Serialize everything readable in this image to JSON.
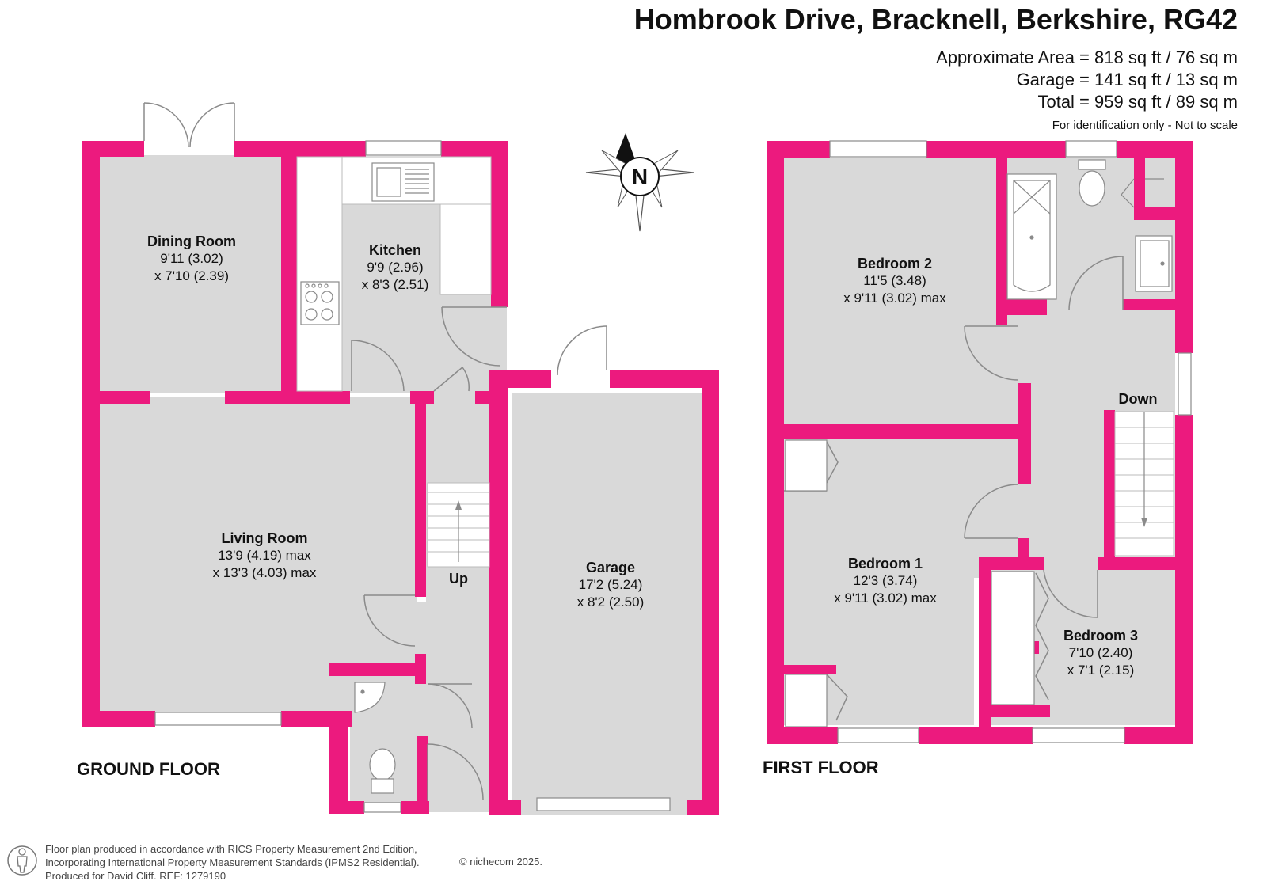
{
  "header": {
    "title": "Hombrook Drive, Bracknell, Berkshire, RG42",
    "area_lines": [
      "Approximate Area = 818 sq ft / 76 sq m",
      "Garage = 141 sq ft / 13 sq m",
      "Total = 959 sq ft / 89 sq m"
    ],
    "note": "For identification only - Not to scale"
  },
  "compass": {
    "label": "N"
  },
  "floors": {
    "ground": {
      "label": "GROUND FLOOR",
      "rooms": [
        {
          "name": "Dining Room",
          "dims": [
            "9'11 (3.02)",
            "x 7'10 (2.39)"
          ]
        },
        {
          "name": "Kitchen",
          "dims": [
            "9'9 (2.96)",
            "x 8'3 (2.51)"
          ]
        },
        {
          "name": "Living Room",
          "dims": [
            "13'9 (4.19) max",
            "x 13'3 (4.03) max"
          ]
        },
        {
          "name": "Garage",
          "dims": [
            "17'2 (5.24)",
            "x 8'2 (2.50)"
          ]
        }
      ],
      "stairs_label": "Up"
    },
    "first": {
      "label": "FIRST FLOOR",
      "rooms": [
        {
          "name": "Bedroom 2",
          "dims": [
            "11'5 (3.48)",
            "x 9'11 (3.02) max"
          ]
        },
        {
          "name": "Bedroom 1",
          "dims": [
            "12'3 (3.74)",
            "x 9'11 (3.02) max"
          ]
        },
        {
          "name": "Bedroom 3",
          "dims": [
            "7'10 (2.40)",
            "x 7'1 (2.15)"
          ]
        }
      ],
      "stairs_label": "Down"
    }
  },
  "footer": {
    "lines": [
      "Floor plan produced in accordance with RICS Property Measurement 2nd Edition,",
      "Incorporating International Property Measurement Standards (IPMS2 Residential).",
      "Produced for David Cliff.   REF:  1279190"
    ],
    "copyright": "© nichecom 2025."
  },
  "colors": {
    "wall": "#ec1a7e",
    "floor": "#d9d9d9",
    "line": "#8a8a8a",
    "text": "#111111"
  }
}
